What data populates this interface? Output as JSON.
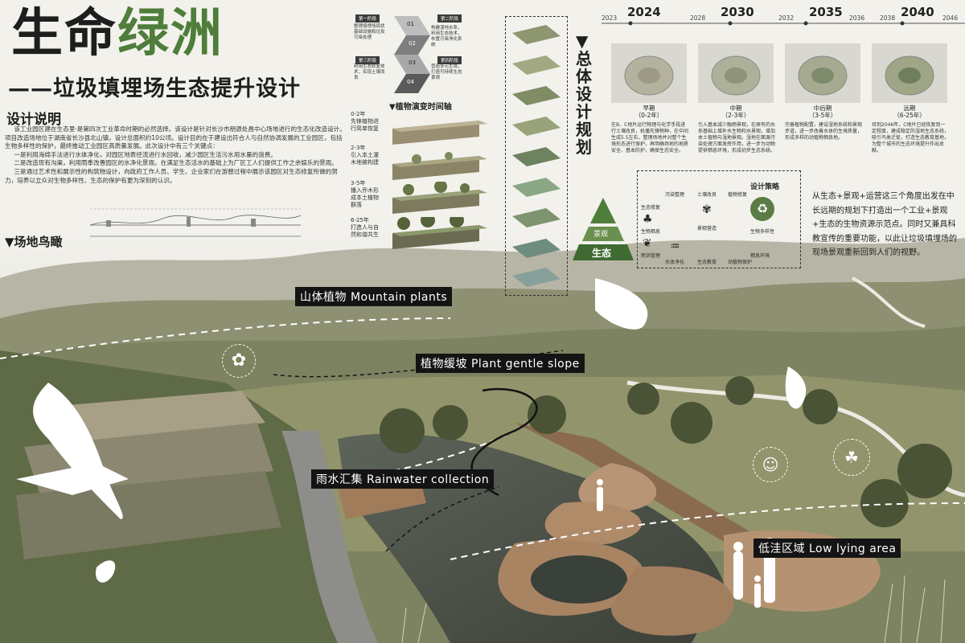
{
  "title": {
    "dark": "生命",
    "green": "绿洲"
  },
  "subtitle": "——垃圾填埋场生态提升设计",
  "design": {
    "heading": "设计说明",
    "paragraphs": [
      "该工业园区建在生态里·是第四次工业革命时期的必然选择。该设计是针对长沙市朋源处昌中心场地进行的生态化改造设计。项目改造场地位于湖南省长沙县北山镇，设计总面积约10公顷。设计目的在于建设出符合人与自然协调发展的工业园区，包括生物多样性的保护，最终推动工业园区高质量发展。此次设计中有三个关键点：",
      "一是利用海绵手法进行水体净化，对园区地表径流进行水回收，减少园区生活污水用水量的浪费。",
      "二是改造现有沟渠，利用雨季改善园区的水净化景观，在满足生态活水的基础上为厂区工人们提供工作之余娱乐的景观。",
      "三是通过艺术性和展示性的构筑物设计，向政府工作人员、学生、企业家们在游憩过程中展示该园区对生态修复所做的努力，培养以立众对生物多样性、生态的保护有更为深刻的认识。"
    ]
  },
  "aerial": {
    "heading": "▼场地鸟瞰"
  },
  "process": {
    "tags": [
      "第一阶段",
      "第二阶段",
      "第三阶段",
      "第四阶段"
    ],
    "numbers": [
      "01",
      "02",
      "03",
      "04"
    ],
    "notes": [
      "整理填埋场现状基础设施和垃圾污染处理",
      "构建湿地水系，利用生态技术，布置污染净化系统",
      "利用生态修复技术，实现土壤改良",
      "营造多元生境，打造可持续生态景观"
    ]
  },
  "vegetation": {
    "title": "▼植物演变时间轴",
    "stages": [
      "0-2年\n先锋植物进行简单恢复",
      "2-3年\n引入本土灌木地被构建",
      "3-5年\n播入乔木形成本土植物群落",
      "6-25年\n打造人与自然和谐共生"
    ]
  },
  "plan_title": "▼总体设计规划",
  "timeline": {
    "big_years": [
      "2024",
      "2030",
      "2035",
      "2040"
    ],
    "small_years": [
      "2023",
      "2028",
      "2032",
      "2036",
      "2038",
      "2046"
    ],
    "phases": [
      {
        "name": "早期\n（0-2年）",
        "desc": "在B、C地片运行物理与化学手段进行土壤改良，机播先锋物种，在中间生成5.5左右，整理场地并对整个生境形态进行保护，再明确场地的地质安全、基本防护，确保生态安全。"
      },
      {
        "name": "中期\n（2-3年）",
        "desc": "引入基本减少融雨景观，在原有的水系基础上增补水生物和水景观，增加本土植物与湿地景观。湿地在面源污染处理方面发挥作用，进一步为动物提供栖息环境，形成初步生态系统。"
      },
      {
        "name": "中后期\n（3-5年）",
        "desc": "完善植物配置，建设湿地系统和景观步道，进一步改善水体的生境质量，形成多样的动植物栖息地。"
      },
      {
        "name": "远期\n（6-25年）",
        "desc": "待到2046年，C地片已经恢复到一定程度，建成稳定的湿地生态系统，吸引鸟类迁徙，打造生态教育基地，为整个城市的生态环境提升作出贡献。"
      }
    ]
  },
  "strategy": {
    "title": "设计策略",
    "pyramid": [
      "景观",
      "生态"
    ],
    "items": [
      "生态修复",
      "污染整理",
      "土壤改良",
      "植物修复",
      "生物栖息",
      "景观营造",
      "雨洪管理",
      "水体净化",
      "生态教育",
      "生物多样性",
      "栖息环境",
      "动植物保护"
    ]
  },
  "right_text": "从生态+景观+运营这三个角度出发在中长远期的规划下打造出一个工业+景观+生态的生物资源示范点。同时又兼具科教宣传的重要功能，以此让垃圾填埋场的现场景观重新回到人们的视野。",
  "callouts": {
    "mountain": "山体植物  Mountain plants",
    "slope": "植物缓坡 Plant gentle slope",
    "rain": "雨水汇集 Rainwater collection",
    "low": "低洼区域 Low lying area"
  },
  "colors": {
    "accent_green": "#4f7d3a",
    "dark": "#1e1e1e",
    "callout_bg": "#141414"
  }
}
